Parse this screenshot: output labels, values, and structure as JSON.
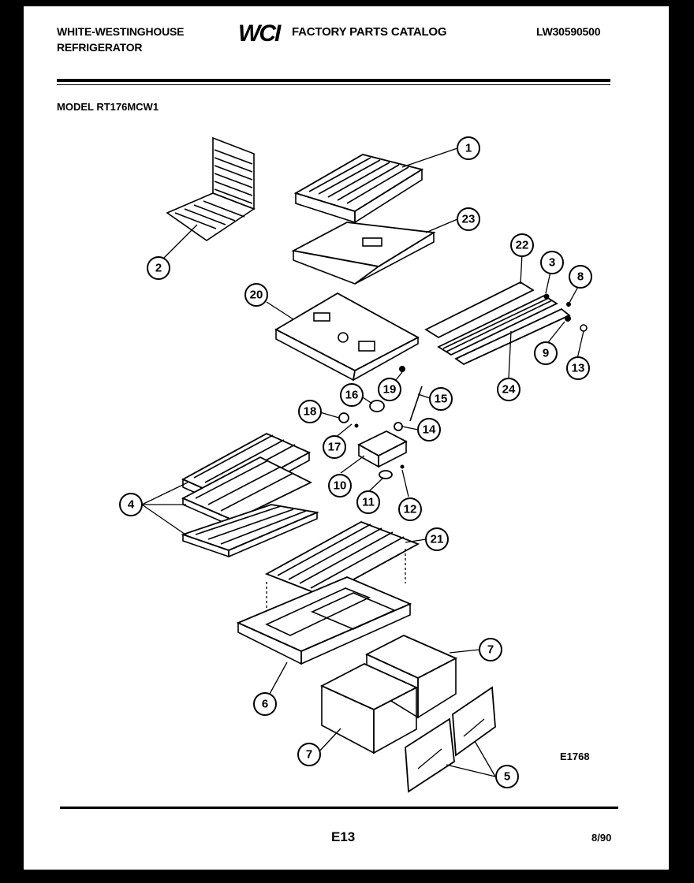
{
  "header": {
    "brand_line1": "WHITE-WESTINGHOUSE",
    "brand_line2": "REFRIGERATOR",
    "logo_text": "WCI",
    "catalog_title": "FACTORY PARTS CATALOG",
    "catalog_number": "LW30590500",
    "model_label": "MODEL RT176MCW1"
  },
  "diagram": {
    "figure_code": "E1768",
    "callouts": [
      {
        "label": "1"
      },
      {
        "label": "2"
      },
      {
        "label": "23"
      },
      {
        "label": "22"
      },
      {
        "label": "3"
      },
      {
        "label": "8"
      },
      {
        "label": "20"
      },
      {
        "label": "9"
      },
      {
        "label": "13"
      },
      {
        "label": "24"
      },
      {
        "label": "16"
      },
      {
        "label": "19"
      },
      {
        "label": "15"
      },
      {
        "label": "18"
      },
      {
        "label": "14"
      },
      {
        "label": "17"
      },
      {
        "label": "10"
      },
      {
        "label": "11"
      },
      {
        "label": "12"
      },
      {
        "label": "4"
      },
      {
        "label": "21"
      },
      {
        "label": "7"
      },
      {
        "label": "6"
      },
      {
        "label": "7"
      },
      {
        "label": "5"
      }
    ]
  },
  "footer": {
    "page_code": "E13",
    "date": "8/90"
  }
}
